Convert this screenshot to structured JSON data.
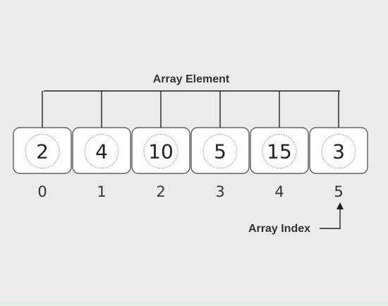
{
  "diagram": {
    "element_label": "Array Element",
    "index_label": "Array Index",
    "cells": [
      {
        "value": "2",
        "index": "0"
      },
      {
        "value": "4",
        "index": "1"
      },
      {
        "value": "10",
        "index": "2"
      },
      {
        "value": "5",
        "index": "3"
      },
      {
        "value": "15",
        "index": "4"
      },
      {
        "value": "3",
        "index": "5"
      }
    ],
    "colors": {
      "background": "#ececec",
      "cell_fill": "#ffffff",
      "cell_stroke": "#444444",
      "arrow": "#222222",
      "text": "#222222"
    }
  }
}
